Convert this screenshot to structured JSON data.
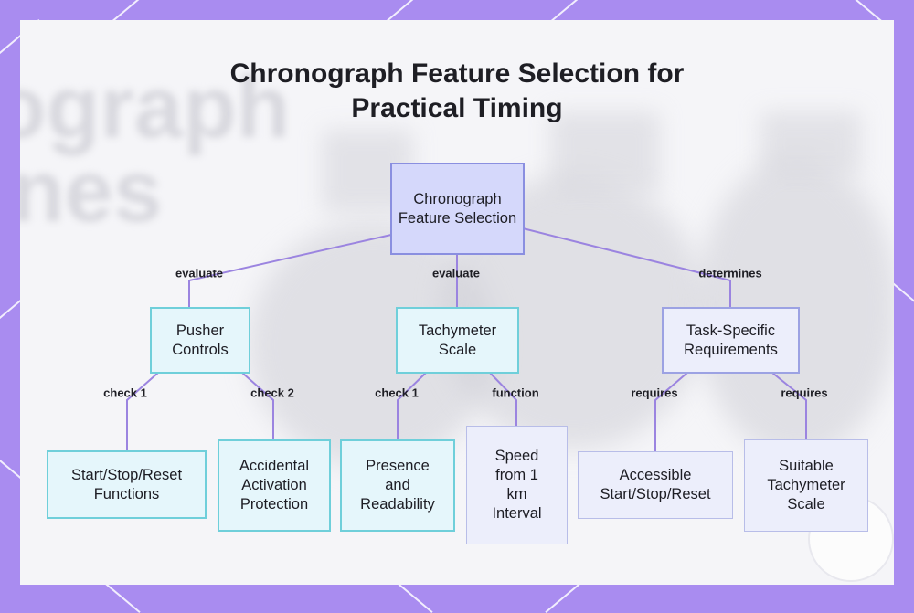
{
  "title": "Chronograph Feature Selection for Practical Timing",
  "background_text": [
    "ograph",
    "nes"
  ],
  "nodes": {
    "root": "Chronograph Feature Selection",
    "pusher": "Pusher Controls",
    "tachy": "Tachymeter Scale",
    "task": "Task-Specific Requirements",
    "start_stop": "Start/Stop/Reset Functions",
    "accidental": "Accidental Activation Protection",
    "presence": "Presence and Readability",
    "speed": "Speed from 1 km Interval",
    "accessible": "Accessible Start/Stop/Reset",
    "suitable": "Suitable Tachymeter Scale"
  },
  "edge_labels": {
    "root_pusher": "evaluate",
    "root_tachy": "evaluate",
    "root_task": "determines",
    "pusher_start": "check 1",
    "pusher_accidental": "check 2",
    "tachy_presence": "check 1",
    "tachy_speed": "function",
    "task_accessible": "requires",
    "task_suitable": "requires"
  },
  "colors": {
    "background": "#a98cf0",
    "edge": "#9b84e0",
    "root_fill": "#d5d8fb",
    "teal_border": "#6fcfda",
    "lavender_border": "#9ca2e3"
  }
}
